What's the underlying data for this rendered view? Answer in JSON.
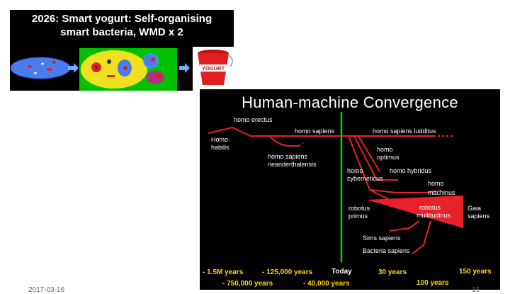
{
  "slide1": {
    "title_line1": "2026: Smart yogurt: Self-organising",
    "title_line2": "smart bacteria, WMD x 2",
    "cup_label": "YOGURT",
    "colors": {
      "background": "#000000",
      "panel_green": "#00c000",
      "blob_yellow": "#f0e020",
      "blob_blue": "#4a7cf0",
      "cup_red": "#e02020"
    }
  },
  "slide2": {
    "title": "Human-machine Convergence",
    "labels": {
      "homo_erectus": "homo erectus",
      "homo_sapiens": "homo sapiens",
      "homo_sapiens_ludditus": "homo sapiens ludditus",
      "homo_habilis_1": "Homo",
      "homo_habilis_2": "habilis",
      "neanderthal_1": "homo sapiens",
      "neanderthal_2": "neanderthalensis",
      "homo_optimus_1": "homo",
      "homo_optimus_2": "optimus",
      "homo_cyberneticus_1": "homo",
      "homo_cyberneticus_2": "cyberneticus",
      "homo_hybridus": "homo hybridus",
      "homo_machinus_1": "homo",
      "homo_machinus_2": "machinus",
      "robotus_primus_1": "robotus",
      "robotus_primus_2": "primus",
      "robotus_multitudinus_1": "robotus",
      "robotus_multitudinus_2": "multitudinus",
      "gaia_sapiens_1": "Gaia",
      "gaia_sapiens_2": "sapiens",
      "sims_sapiens": "Sims sapiens",
      "bacteria_sapiens": "Bacteria sapiens"
    },
    "timeline": {
      "t1": "- 1.5M years",
      "t2": "- 125,000 years",
      "today": "Today",
      "t3": "30 years",
      "t4": "150 years",
      "t5": "- 750,000 years",
      "t6": "- 40,000 years",
      "t7": "100 years"
    },
    "colors": {
      "background": "#000000",
      "line": "#e8202a",
      "today_line": "#20c020",
      "years": "#ffd700"
    }
  },
  "footer": {
    "date": "2017-03-16",
    "page": "16"
  }
}
